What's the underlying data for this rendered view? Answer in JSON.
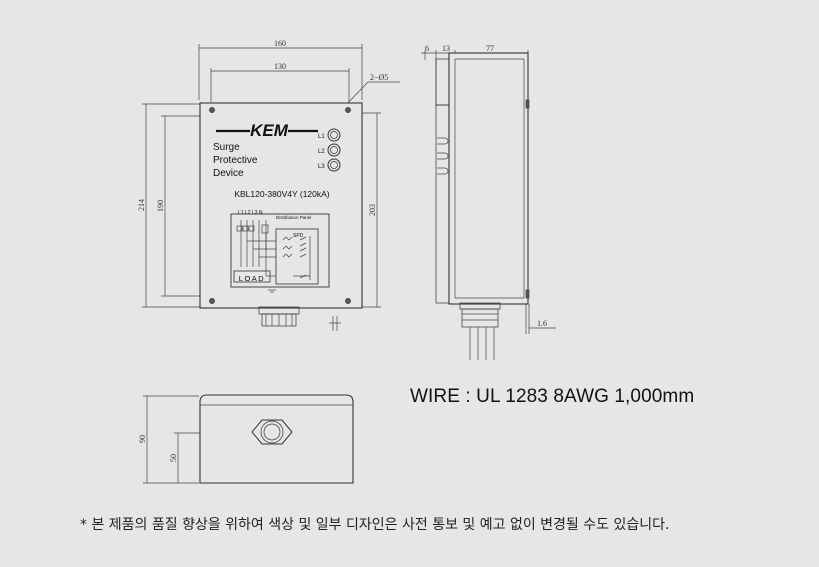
{
  "front_view": {
    "dims": {
      "width_outer": "160",
      "width_inner": "130",
      "hole_note": "2−Ø5",
      "height_outer": "214",
      "height_inner": "190",
      "height_right": "203"
    },
    "brand": "KEM",
    "title_lines": [
      "Surge",
      "Protective",
      "Device"
    ],
    "indicators": [
      "L1",
      "L2",
      "L3"
    ],
    "model": "KBL120-380V4Y  (120kA)",
    "schematic": {
      "terminals": "L1 L2 L3  N",
      "panel_label": "Distribution Panel",
      "spd_label": "SPD",
      "load_label": "LOAD"
    }
  },
  "side_view": {
    "dims": {
      "a": "6",
      "b": "13",
      "c": "77",
      "d": "1.6"
    }
  },
  "bottom_view": {
    "dims": {
      "height": "90",
      "offset": "50"
    }
  },
  "wire_spec": "WIRE : UL 1283 8AWG 1,000mm",
  "footnote": "* 본 제품의 품질 향상을 위하여 색상 및 일부 디자인은 사전 통보 및 예고 없이 변경될 수도 있습니다."
}
